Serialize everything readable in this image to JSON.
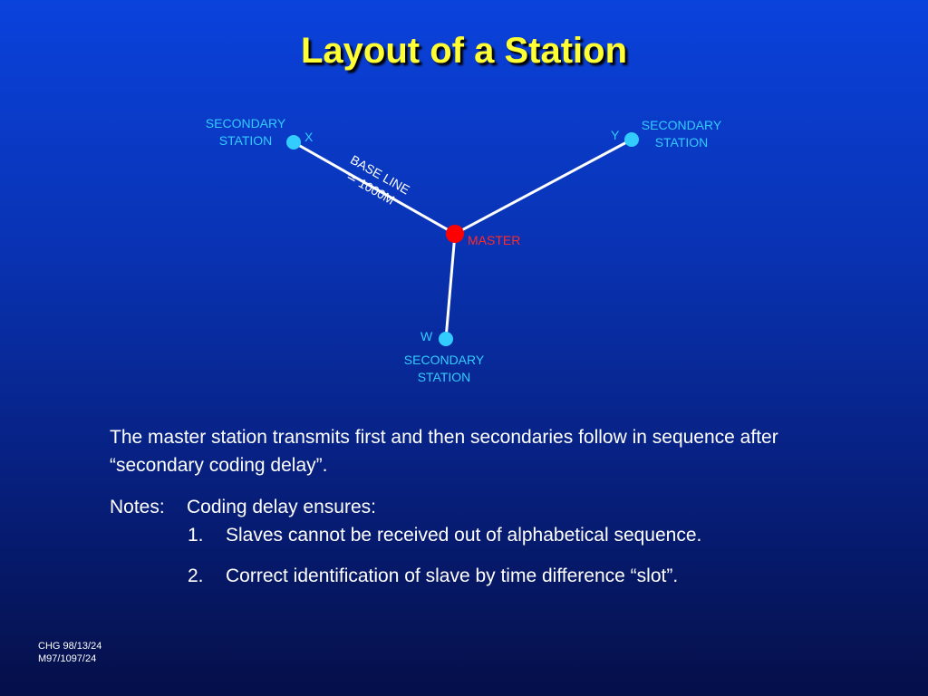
{
  "title": "Layout of a Station",
  "diagram": {
    "stations": {
      "x": {
        "letter": "X",
        "label_line1": "SECONDARY",
        "label_line2": "STATION"
      },
      "y": {
        "letter": "Y",
        "label_line1": "SECONDARY",
        "label_line2": "STATION"
      },
      "w": {
        "letter": "W",
        "label_line1": "SECONDARY",
        "label_line2": "STATION"
      },
      "master": {
        "label": "MASTER"
      }
    },
    "baseline": {
      "line1": "BASE LINE",
      "line2": "≃ 1000M"
    },
    "colors": {
      "secondary_dot": "#33ccff",
      "master_dot": "#ff0000",
      "link_line": "#ffffff"
    }
  },
  "body": {
    "paragraph": "The master station transmits first and then secondaries follow in sequence after “secondary coding delay”.",
    "notes_label": "Notes:",
    "notes_intro": "Coding delay ensures:",
    "items": [
      {
        "number": "1.",
        "text": "Slaves cannot be received out of alphabetical sequence."
      },
      {
        "number": "2.",
        "text": "Correct identification of slave by time difference “slot”."
      }
    ]
  },
  "footer": {
    "line1": "CHG 98/13/24",
    "line2": "M97/1097/24"
  }
}
